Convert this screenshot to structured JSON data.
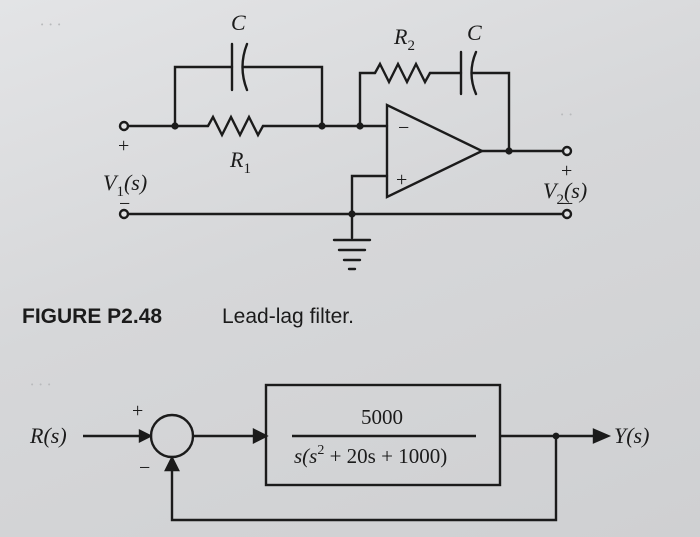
{
  "circuit": {
    "components": {
      "capacitor_input": "C",
      "capacitor_feedback": "C",
      "resistor_input": "R",
      "resistor_input_subscript": "1",
      "resistor_feedback": "R",
      "resistor_feedback_subscript": "2"
    },
    "opamp": {
      "inverting_sign": "−",
      "noninverting_sign": "+"
    },
    "input": {
      "label": "V",
      "subscript": "1",
      "arg": "(s)",
      "plus": "+",
      "minus": "−"
    },
    "output": {
      "label": "V",
      "subscript": "2",
      "arg": "(s)",
      "plus": "+",
      "minus": "−"
    }
  },
  "caption": {
    "number": "FIGURE P2.48",
    "text": "Lead-lag filter."
  },
  "block_diagram": {
    "input_label": "R(s)",
    "output_label": "Y(s)",
    "summing_plus": "+",
    "summing_minus": "−",
    "transfer_function": {
      "numerator": "5000",
      "denominator_prefix": "s(s",
      "denominator_exponent": "2",
      "denominator_suffix": " + 20s + 1000)"
    }
  }
}
